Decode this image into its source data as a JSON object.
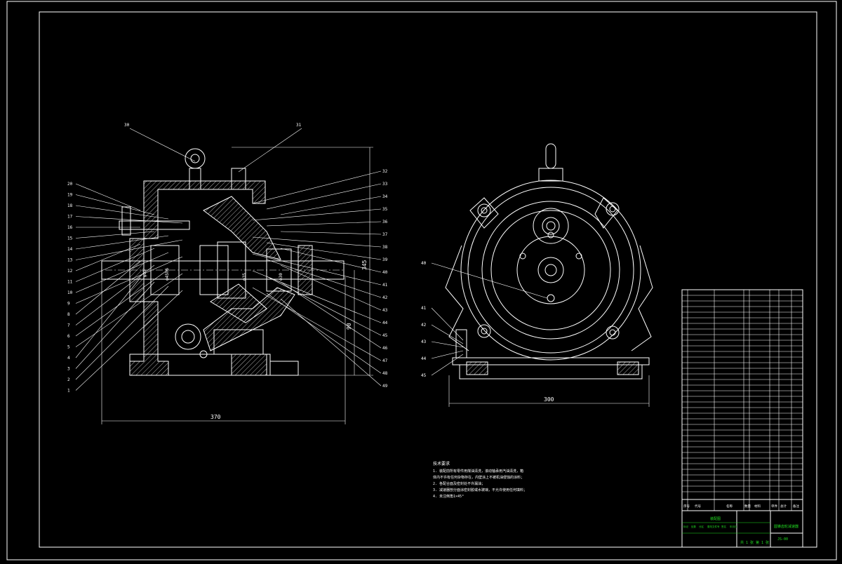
{
  "drawing": {
    "left_view_width_dim": "370",
    "right_view_width_dim": "300",
    "height_dim_outer": "345",
    "height_dim_inner": "90"
  },
  "callouts_left": [
    "20",
    "19",
    "18",
    "17",
    "16",
    "15",
    "14",
    "13",
    "12",
    "11",
    "10",
    "9",
    "8",
    "7",
    "6",
    "5",
    "4",
    "3",
    "2",
    "1"
  ],
  "callouts_top": [
    "30",
    "31"
  ],
  "callouts_right": [
    "32",
    "33",
    "34",
    "35",
    "36",
    "37",
    "38",
    "39",
    "40",
    "41",
    "42",
    "43",
    "44",
    "45",
    "46",
    "47",
    "48",
    "49"
  ],
  "callouts_front": [
    "40",
    "41",
    "42",
    "43",
    "44",
    "45"
  ],
  "notes": {
    "title": "技术要求",
    "lines": [
      "1. 装配前所有零件用煤油清洗，滚动轴承用汽油清洗，箱",
      "体内不许有任何杂物存在，内壁涂上不被机油侵蚀的涂料；",
      "2. 各配合面及密封处不许漏油；",
      "3. 减速器剖分面涂密封胶或水玻璃，不允许使用任何填料；",
      "4. 未注倒角1×45°"
    ]
  },
  "title_block": {
    "drawing_name": "圆锥齿轮减速器",
    "drawing_no": "JS-00",
    "header_cols": [
      "序号",
      "代号",
      "名称",
      "数量",
      "材料",
      "单件",
      "总计",
      "备注"
    ],
    "signature_row": [
      "标记",
      "处数",
      "分区",
      "更改文件号",
      "签名",
      "年月日"
    ],
    "company": "装配图",
    "sheet": "共 1 张   第 1 张"
  }
}
